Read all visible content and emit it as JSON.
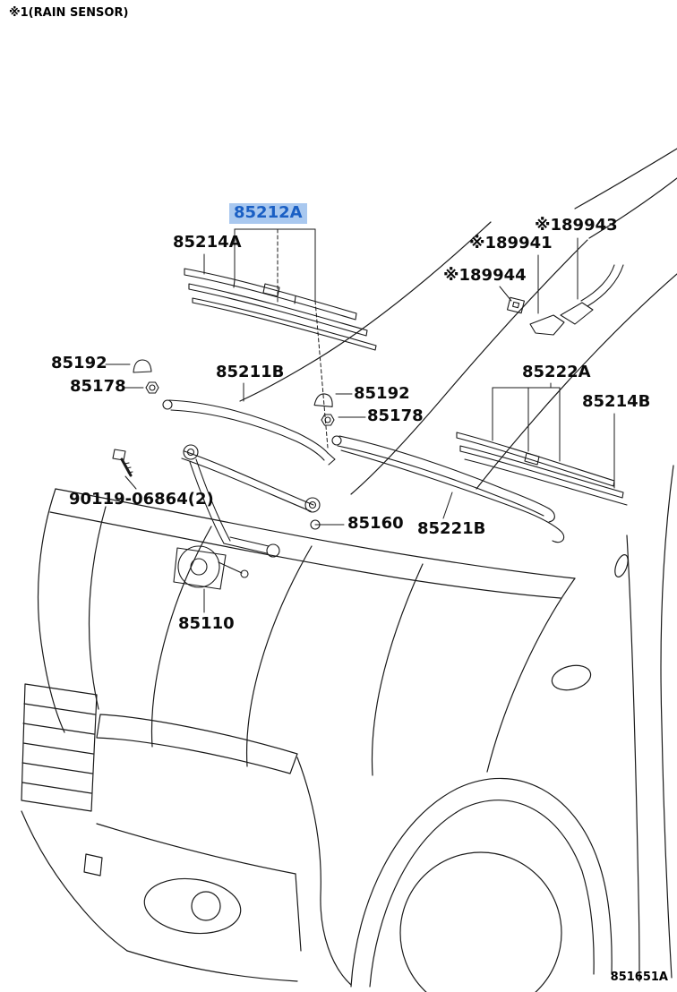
{
  "page": {
    "note": "※1(RAIN SENSOR)",
    "diagram_code": "851651A"
  },
  "colors": {
    "highlight_bg": "#a9c8ef",
    "highlight_text": "#1a5fc4",
    "line": "#1a1a1a"
  },
  "labels": {
    "p85212a": "85212A",
    "p85214a": "85214A",
    "p89941": "※189941",
    "p89943": "※189943",
    "p89944": "※189944",
    "p85192_l": "85192",
    "p85178_l": "85178",
    "p85211b": "85211B",
    "p85192_r": "85192",
    "p85178_r": "85178",
    "p85222a": "85222A",
    "p85214b": "85214B",
    "p90119": "90119-06864(2)",
    "p85160": "85160",
    "p85221b": "85221B",
    "p85110": "85110"
  }
}
